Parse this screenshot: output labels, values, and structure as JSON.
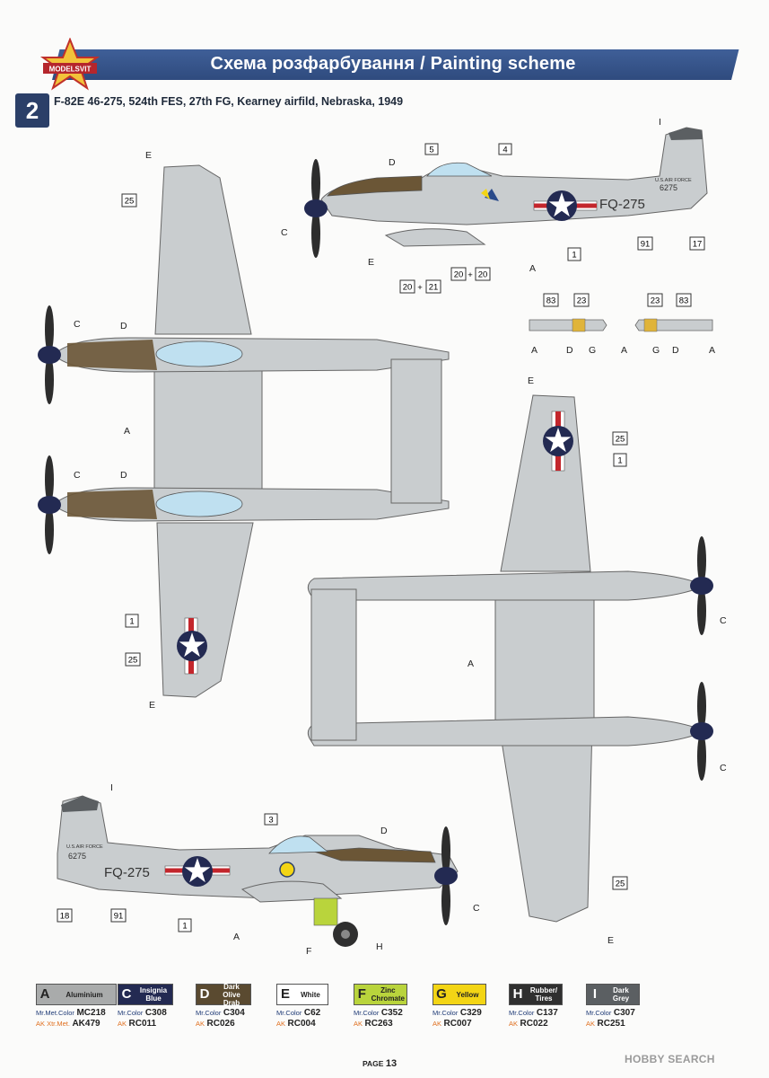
{
  "header": {
    "logo_text": "MODELSVIT",
    "title": "Схема розфарбування / Painting scheme"
  },
  "scheme": {
    "number": "2",
    "title": "F-82E 46-275, 524th FES, 27th FG, Kearney airfild, Nebraska, 1949"
  },
  "aircraft": {
    "code": "FQ-275",
    "tail_text": "U.S.AIR FORCE",
    "tail_serial": "6275"
  },
  "callouts": {
    "c1": "1",
    "c3": "3",
    "c4": "4",
    "c5": "5",
    "c17": "17",
    "c18": "18",
    "c20a": "20",
    "c21": "21",
    "c20b": "20",
    "c20c": "20",
    "c23": "23",
    "c25": "25",
    "c83": "83",
    "c91": "91",
    "plus": "+"
  },
  "color_refs": {
    "A": "A",
    "C": "C",
    "D": "D",
    "E": "E",
    "F": "F",
    "G": "G",
    "H": "H",
    "I": "I"
  },
  "legend": [
    {
      "letter": "A",
      "name": "Aluminium",
      "mr_prefix": "Mr.Met.Color",
      "mr_code": "MC218",
      "ak_prefix": "AK Xtr.Met.",
      "ak_code": "AK479",
      "color": "#a9abab",
      "text": "#111"
    },
    {
      "letter": "C",
      "name": "Insignia Blue",
      "mr_prefix": "Mr.Color",
      "mr_code": "C308",
      "ak_prefix": "AK",
      "ak_code": "RC011",
      "color": "#232a52",
      "text": "#fff"
    },
    {
      "letter": "D",
      "name": "Dark Olive Drab",
      "mr_prefix": "Mr.Color",
      "mr_code": "C304",
      "ak_prefix": "AK",
      "ak_code": "RC026",
      "color": "#5a4a30",
      "text": "#fff"
    },
    {
      "letter": "E",
      "name": "White",
      "mr_prefix": "Mr.Color",
      "mr_code": "C62",
      "ak_prefix": "AK",
      "ak_code": "RC004",
      "color": "#ffffff",
      "text": "#111"
    },
    {
      "letter": "F",
      "name": "Zinc Chromate",
      "mr_prefix": "Mr.Color",
      "mr_code": "C352",
      "ak_prefix": "AK",
      "ak_code": "RC263",
      "color": "#b9d43c",
      "text": "#111"
    },
    {
      "letter": "G",
      "name": "Yellow",
      "mr_prefix": "Mr.Color",
      "mr_code": "C329",
      "ak_prefix": "AK",
      "ak_code": "RC007",
      "color": "#f3d515",
      "text": "#111"
    },
    {
      "letter": "H",
      "name": "Rubber/ Tires",
      "mr_prefix": "Mr.Color",
      "mr_code": "C137",
      "ak_prefix": "AK",
      "ak_code": "RC022",
      "color": "#2f2f2f",
      "text": "#fff"
    },
    {
      "letter": "I",
      "name": "Dark Grey",
      "mr_prefix": "Mr.Color",
      "mr_code": "C307",
      "ak_prefix": "AK",
      "ak_code": "RC251",
      "color": "#5b5f62",
      "text": "#fff"
    }
  ],
  "footer": {
    "page_label": "PAGE",
    "page_number": "13",
    "watermark": "HOBBY SEARCH"
  },
  "colors": {
    "header_blue": "#34518a",
    "fuselage": "#c9cdcf",
    "olive": "#6b5636",
    "insignia_blue": "#232a52",
    "insignia_red": "#c3262c"
  }
}
